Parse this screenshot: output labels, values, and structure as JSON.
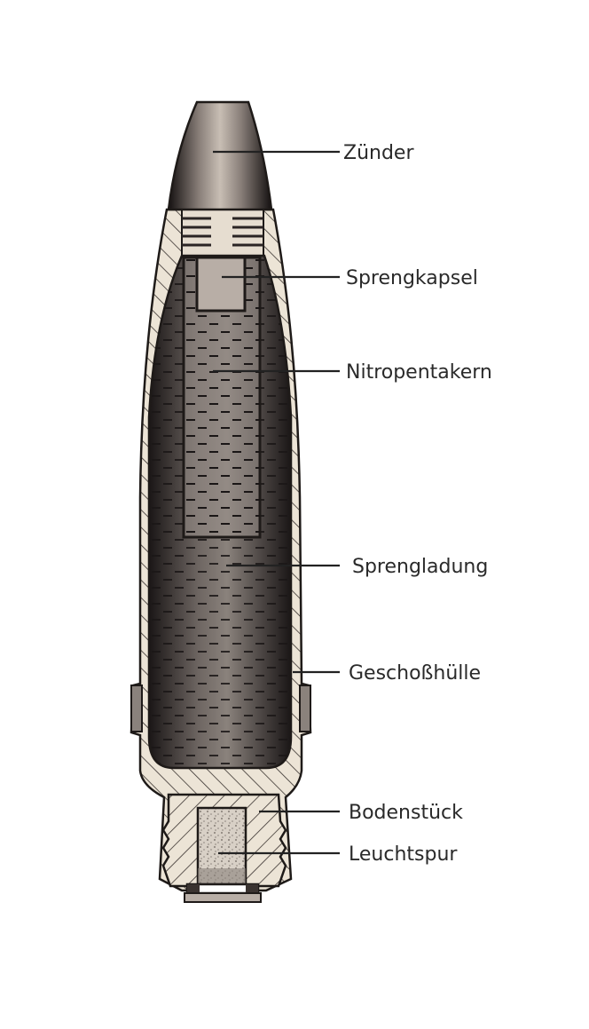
{
  "figure": {
    "labels": {
      "zuender": "Zünder",
      "sprengkapsel": "Sprengkapsel",
      "nitropentakern": "Nitropentakern",
      "sprengladung": "Sprengladung",
      "geschosshuelle": "Geschoßhülle",
      "bodenstueck": "Bodenstück",
      "leuchtspur": "Leuchtspur"
    },
    "colors": {
      "ink": "#1e1a18",
      "shell": "#ece4d6",
      "charge": "#4a4442"
    }
  }
}
